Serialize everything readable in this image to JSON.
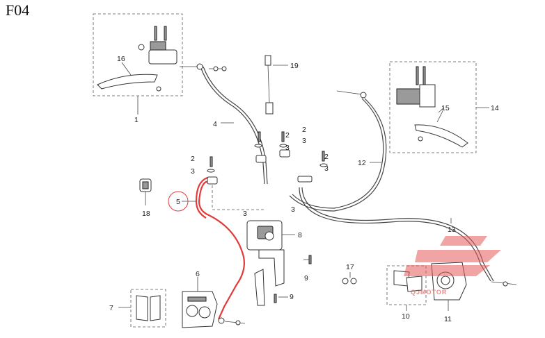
{
  "figure_code": "F04",
  "callouts": {
    "c1": "1",
    "c2a": "2",
    "c2b": "2",
    "c2c": "2",
    "c2d": "2",
    "c3a": "3",
    "c3b": "3",
    "c3c": "3",
    "c3d": "3",
    "c3e": "3",
    "c3f": "3",
    "c4": "4",
    "c5": "5",
    "c6": "6",
    "c7": "7",
    "c8": "8",
    "c9a": "9",
    "c9b": "9",
    "c10": "10",
    "c11": "11",
    "c12": "12",
    "c13": "13",
    "c14": "14",
    "c15": "15",
    "c16": "16",
    "c17": "17",
    "c18": "18",
    "c19": "19"
  },
  "highlight": {
    "part": "5",
    "color": "#e23a3a"
  },
  "watermark": {
    "text": "QJMOTOR"
  }
}
